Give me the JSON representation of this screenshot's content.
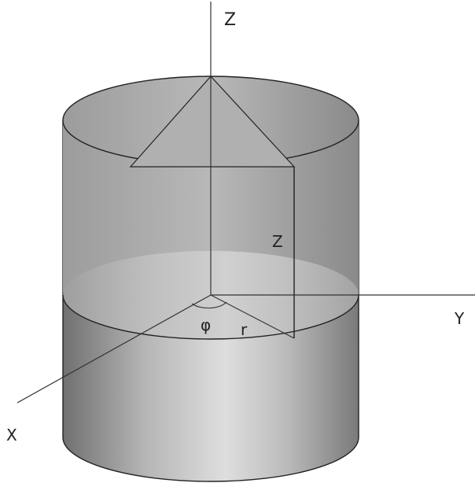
{
  "labels": {
    "z_axis": "Z",
    "y_axis": "Y",
    "x_axis": "X",
    "height": "Z",
    "angle": "φ",
    "radius": "r"
  },
  "colors": {
    "cylinder_dark": "#6e6e6e",
    "cylinder_light": "#dcdcdc",
    "top_inner": "#a9a9a9",
    "section_plane": "#c2c2c2",
    "line": "#222222"
  }
}
